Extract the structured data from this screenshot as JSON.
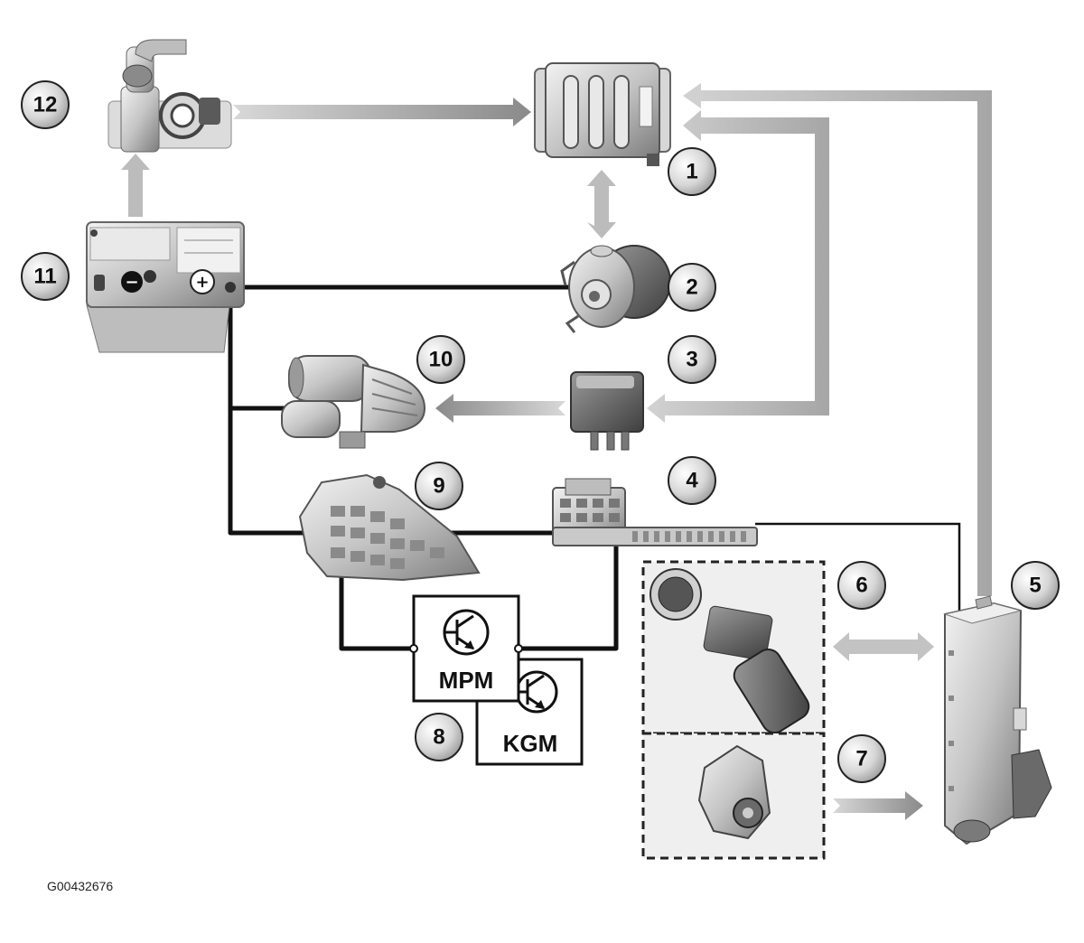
{
  "figure_id": "G00432676",
  "callouts": {
    "c1": "1",
    "c2": "2",
    "c3": "3",
    "c4": "4",
    "c5": "5",
    "c6": "6",
    "c7": "7",
    "c8": "8",
    "c9": "9",
    "c10": "10",
    "c11": "11",
    "c12": "12"
  },
  "labels": {
    "mpm": "MPM",
    "kgm": "KGM"
  },
  "colors": {
    "wire": "#111111",
    "arrow": "#b9b9b9",
    "component": "#cfcfcf",
    "panel": "#ececec"
  }
}
